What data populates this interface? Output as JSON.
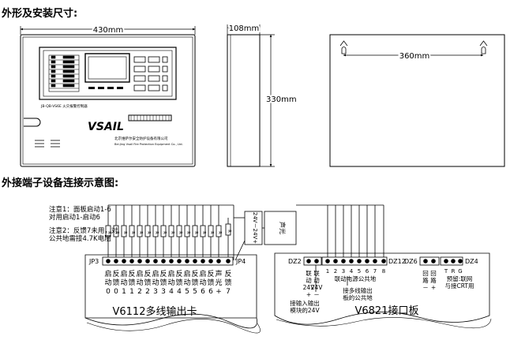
{
  "headings": {
    "dimensions": "外形及安装尺寸:",
    "wiring": "外接端子设备连接示意图:"
  },
  "dimensions": {
    "width": "430mm",
    "depth": "108mm",
    "height": "330mm",
    "mount_spacing": "360mm"
  },
  "front_panel": {
    "brand": "VSAIL",
    "model_caption": "JB-QB-VS6E  火灾报警控制器",
    "company_cn": "北京维萨尔安全防护设备有限公司",
    "company_en": "Bei.Jing Vsail Fire Protection Equipment Co., Ltd."
  },
  "v6112": {
    "notes": [
      "注意1：面板启动1-6",
      "对用启动1-启动6",
      "注意2：反馈7未用，对",
      "公共地需接4.7K电阻"
    ],
    "jp_left": "JP3",
    "jp_right": "JP4",
    "terminals": [
      {
        "a": "启",
        "b": "动",
        "c": "0"
      },
      {
        "a": "反",
        "b": "馈",
        "c": "0"
      },
      {
        "a": "启",
        "b": "动",
        "c": "1"
      },
      {
        "a": "反",
        "b": "馈",
        "c": "1"
      },
      {
        "a": "启",
        "b": "动",
        "c": "2"
      },
      {
        "a": "反",
        "b": "馈",
        "c": "2"
      },
      {
        "a": "启",
        "b": "动",
        "c": "3"
      },
      {
        "a": "反",
        "b": "馈",
        "c": "3"
      },
      {
        "a": "启",
        "b": "动",
        "c": "4"
      },
      {
        "a": "反",
        "b": "馈",
        "c": "4"
      },
      {
        "a": "启",
        "b": "动",
        "c": "5"
      },
      {
        "a": "反",
        "b": "馈",
        "c": "5"
      },
      {
        "a": "启",
        "b": "动",
        "c": "6"
      },
      {
        "a": "反",
        "b": "馈",
        "c": "6"
      },
      {
        "a": "声",
        "b": "光",
        "c": "+"
      },
      {
        "a": "反",
        "b": "馈",
        "c": "7"
      }
    ],
    "power_label": "24V－24V+",
    "strobe_label": "声光",
    "card_title": "V6112多线输出卡"
  },
  "v6821": {
    "dz2": "DZ2",
    "dz12": "DZ12",
    "dz6": "DZ6",
    "dz4": "DZ4",
    "terminal_numbers": [
      "1",
      "2",
      "3",
      "4",
      "5",
      "6",
      "7",
      "8"
    ],
    "dz4_letters": [
      "T",
      "R",
      "G"
    ],
    "linkage_col1": [
      "联",
      "动",
      "24V"
    ],
    "linkage_col2": [
      "联",
      "动",
      "24V"
    ],
    "signs": [
      "+",
      "－"
    ],
    "common_ground": "联动电源公共地",
    "input_module_note": [
      "接输入输出",
      "模块的24V"
    ],
    "multi_output_note": [
      "接多线输出",
      "板的公共地"
    ],
    "loop_col1": [
      "回",
      "路"
    ],
    "loop_col2": [
      "回",
      "路"
    ],
    "loop_signs": [
      "－",
      "+"
    ],
    "reserve_note": [
      "预留:联网",
      "与接CRT用"
    ],
    "card_title": "V6821接口板"
  }
}
